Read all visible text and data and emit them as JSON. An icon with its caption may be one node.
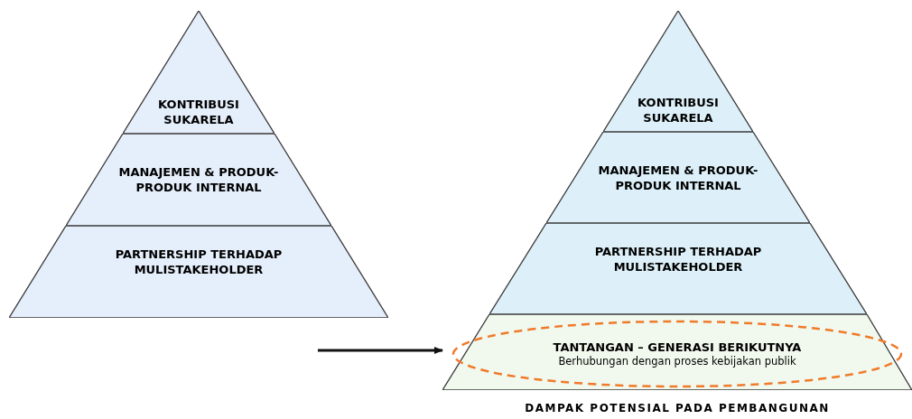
{
  "diagram": {
    "nodes": [
      {
        "text": [
          "KONTRIBUSI SUKARELA"
        ]
      },
      {
        "text": [
          "MANAJEMEN & PRODUK-PRODUK INTERNAL"
        ]
      },
      {
        "text": [
          "PARTNERSHIP TERHADAP MULISTAKEHOLDER"
        ]
      },
      {
        "text": [
          "KONTRIBUSI SUKARELA"
        ]
      },
      {
        "text": [
          "MANAJEMEN & PRODUK-PRODUK INTERNAL"
        ]
      },
      {
        "text": [
          "PARTNERSHIP TERHADAP MULISTAKEHOLDER"
        ]
      },
      {
        "text": [
          "TANTANGAN – GENERASI BERIKUTNYA",
          "Berhubungan dengan proses kebijakan publik"
        ]
      }
    ],
    "edges": [
      {
        "from": null,
        "to": 6,
        "arrow": "to"
      }
    ],
    "labels": [
      "DAMPAK POTENSIAL PADA PEMBANGUNAN"
    ]
  }
}
